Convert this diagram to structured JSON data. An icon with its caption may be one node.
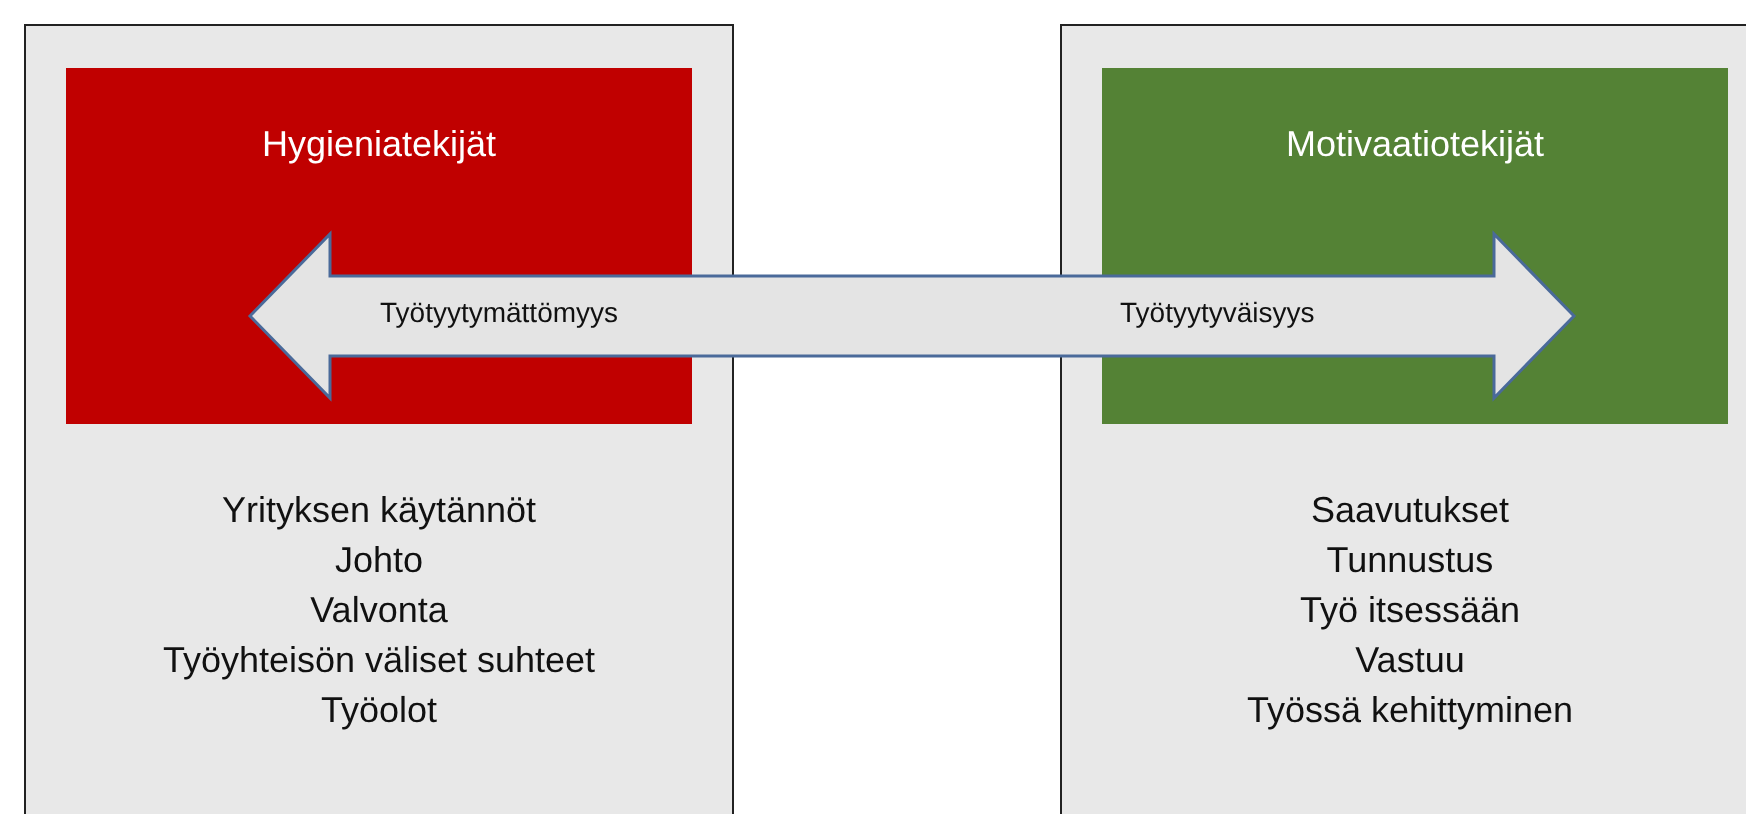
{
  "diagram": {
    "nodes": [
      {
        "text": [
          "Yrityksen käytännöt",
          "Johto",
          "Valvonta",
          "Työyhteisön väliset suhteet",
          "Työolot"
        ]
      },
      {
        "text": [
          "Hygieniatekijät"
        ],
        "in": 0
      },
      {
        "text": [
          "Saavutukset",
          "Tunnustus",
          "Työ itsessään",
          "Vastuu",
          "Työssä kehittyminen"
        ]
      },
      {
        "text": [
          "Motivaatiotekijät"
        ],
        "in": 2
      }
    ],
    "edges": [
      {
        "from": 1,
        "to": 3,
        "arrow": "both"
      }
    ],
    "labels": [
      "Työtyytymättömyys",
      "Työtyytyväisyys"
    ]
  }
}
